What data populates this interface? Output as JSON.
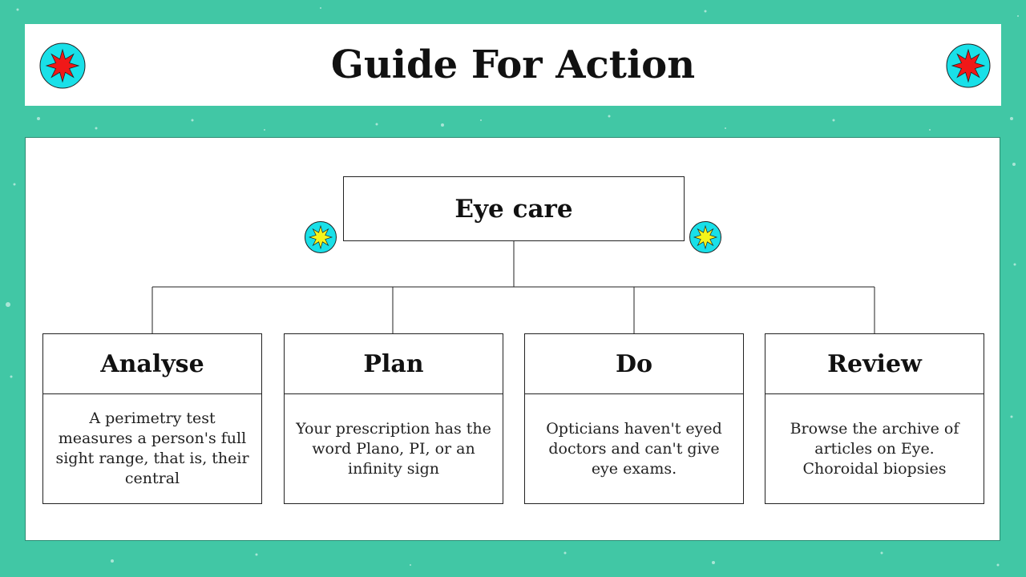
{
  "header": {
    "title": "Guide For Action"
  },
  "diagram": {
    "root": {
      "label": "Eye care"
    },
    "steps": [
      {
        "title": "Analyse",
        "text": "A perimetry test measures a person's full sight range, that is, their central"
      },
      {
        "title": "Plan",
        "text": "Your prescription has the word Plano, PI, or an infinity sign"
      },
      {
        "title": "Do",
        "text": "Opticians haven't eyed doctors and can't give eye exams."
      },
      {
        "title": "Review",
        "text": "Browse the archive of articles on Eye. Choroidal biopsies"
      }
    ]
  },
  "colors": {
    "background": "#41c7a5",
    "badge_fill": "#19e0e8",
    "star_red": "#f01818",
    "star_yellow": "#f4f41a"
  }
}
